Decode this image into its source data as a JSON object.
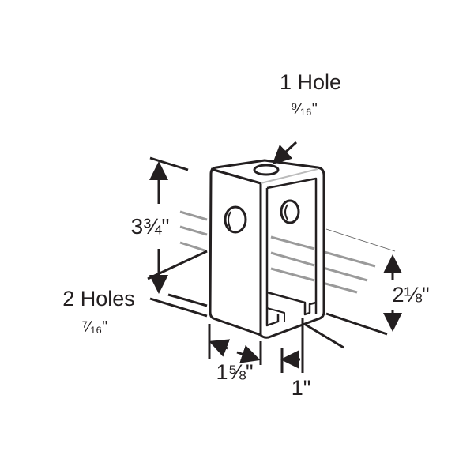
{
  "labels": {
    "top_hole_title": "1 Hole",
    "top_hole_size": "⁹⁄₁₆\"",
    "height": "3¾\"",
    "side_holes_title": "2 Holes",
    "side_holes_size": "⁷⁄₁₆\"",
    "inner_height": "2⅛\"",
    "width": "1⅝\"",
    "opening": "1\""
  },
  "colors": {
    "line": "#231f20",
    "rod": "#9a9a9a"
  }
}
